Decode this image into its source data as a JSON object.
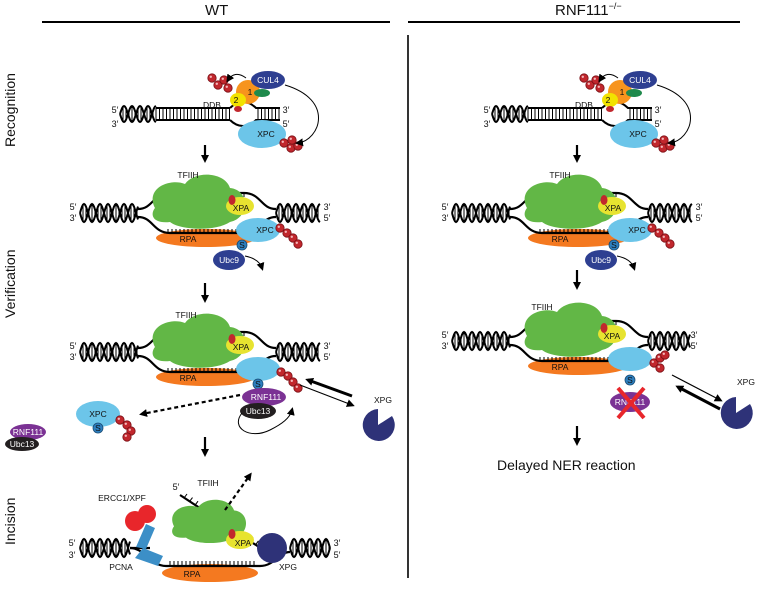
{
  "headers": {
    "wt": "WT",
    "rnf_base": "RNF111",
    "rnf_sup": "−/−"
  },
  "stages": {
    "recognition": "Recognition",
    "verification": "Verification",
    "incision": "Incision"
  },
  "labels": {
    "cul4": "CUL4",
    "ddb": "DDB",
    "one": "1",
    "two": "2",
    "xpc": "XPC",
    "tfiih": "TFIIH",
    "xpa": "XPA",
    "rpa": "RPA",
    "s": "S",
    "ubc9": "Ubc9",
    "rnf111": "RNF111",
    "ubc13": "Ubc13",
    "xpg": "XPG",
    "ercc1": "ERCC1/XPF",
    "pcna": "PCNA",
    "five": "5′",
    "three": "3′"
  },
  "outcome": "Delayed NER reaction",
  "colors": {
    "ub": "#c1272d",
    "cul4": "#2e3f91",
    "green_small": "#1f8a4c",
    "ddb1": "#f7941d",
    "ddb2": "#f2e200",
    "xpc": "#6cc5e9",
    "tfiih": "#62b746",
    "xpa": "#e7e330",
    "rpa": "#f47920",
    "ubc9": "#2e3f91",
    "rnf111": "#7b3294",
    "ubc13": "#231f20",
    "xpg": "#2e3278",
    "ercc1": "#e8262b",
    "pcna": "#3c8fc7",
    "cross": "#e8262b"
  },
  "icons": [
    "ubiquitin-chain-icon",
    "cross-mark-icon",
    "arrow-icon"
  ]
}
